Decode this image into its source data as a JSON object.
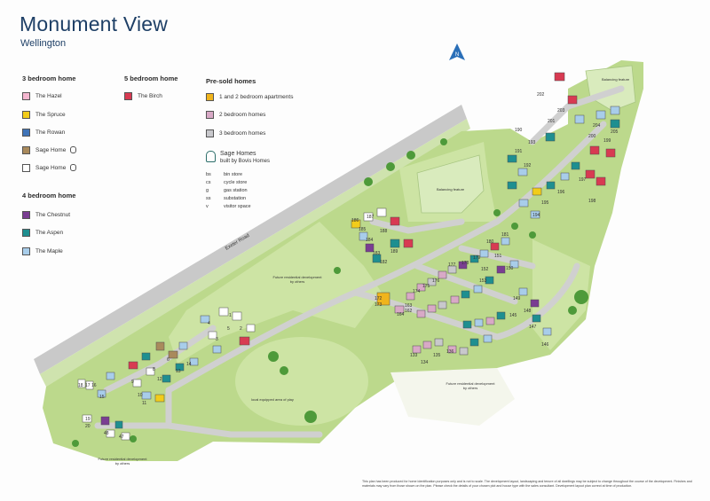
{
  "header": {
    "title": "Monument View",
    "subtitle": "Wellington"
  },
  "legend": {
    "three_bed": {
      "heading": "3 bedroom home",
      "items": [
        {
          "label": "The Hazel",
          "color": "#f4b6cf",
          "sage": false
        },
        {
          "label": "The Spruce",
          "color": "#f2cc1a",
          "sage": false
        },
        {
          "label": "The Rowan",
          "color": "#3f74b8",
          "sage": false
        },
        {
          "label": "Sage Home",
          "color": "#a98a5c",
          "sage": true
        },
        {
          "label": "Sage Home",
          "color": "#ffffff",
          "sage": true
        }
      ]
    },
    "four_bed": {
      "heading": "4 bedroom home",
      "items": [
        {
          "label": "The Chestnut",
          "color": "#7a3d92"
        },
        {
          "label": "The Aspen",
          "color": "#1e8f90"
        },
        {
          "label": "The Maple",
          "color": "#a8cdea"
        }
      ]
    },
    "five_bed": {
      "heading": "5 bedroom home",
      "items": [
        {
          "label": "The Birch",
          "color": "#d83a52"
        }
      ]
    },
    "pre_sold": {
      "heading": "Pre-sold homes",
      "items": [
        {
          "label": "1 and 2 bedroom apartments",
          "color": "#f0b41c"
        },
        {
          "label": "2 bedroom homes",
          "color": "#d8a9c6"
        },
        {
          "label": "3 bedroom homes",
          "color": "#c8c8cc"
        }
      ]
    },
    "sage_brand": {
      "name": "Sage Homes",
      "sub": "built by Bovis Homes"
    },
    "abbreviations": [
      {
        "key": "bs",
        "value": "bin store"
      },
      {
        "key": "cs",
        "value": "cycle store"
      },
      {
        "key": "g",
        "value": "gas station"
      },
      {
        "key": "ss",
        "value": "substation"
      },
      {
        "key": "v",
        "value": "visitor space"
      }
    ]
  },
  "compass": {
    "label": "N"
  },
  "map": {
    "road_name": "Exeter Road",
    "labels": {
      "balancing_feature": "Balancing feature",
      "balancing_feature_ne": "Balancing feature",
      "future_dev_centre": "Future residential development by others",
      "future_dev_east": "Future residential development by others",
      "future_dev_sw": "Future residential development by others",
      "play_area": "local equipped area of play"
    },
    "plots": [
      "1",
      "2",
      "3",
      "4",
      "5",
      "6",
      "8",
      "9",
      "10",
      "11",
      "12",
      "13",
      "14",
      "15",
      "16",
      "17",
      "18",
      "19",
      "20",
      "47",
      "48",
      "133",
      "134",
      "135",
      "136",
      "145",
      "146",
      "147",
      "148",
      "149",
      "150",
      "151",
      "152",
      "153",
      "162",
      "163",
      "164",
      "172",
      "173",
      "174",
      "175",
      "176",
      "177",
      "178",
      "179",
      "180",
      "181",
      "182",
      "183",
      "184",
      "185",
      "186",
      "187",
      "188",
      "189",
      "190",
      "191",
      "192",
      "193",
      "194",
      "195",
      "196",
      "197",
      "198",
      "199",
      "200",
      "201",
      "202",
      "203",
      "204",
      "205"
    ]
  },
  "disclaimer": "This plan has been produced for home identification purposes only and is not to scale. The development layout, landscaping and tenure of all dwellings may be subject to change throughout the course of the development. Finishes and materials may vary from those shown on the plan. Please check the details of your chosen plot and house type with the sales consultant. Development layout plan correct at time of production."
}
